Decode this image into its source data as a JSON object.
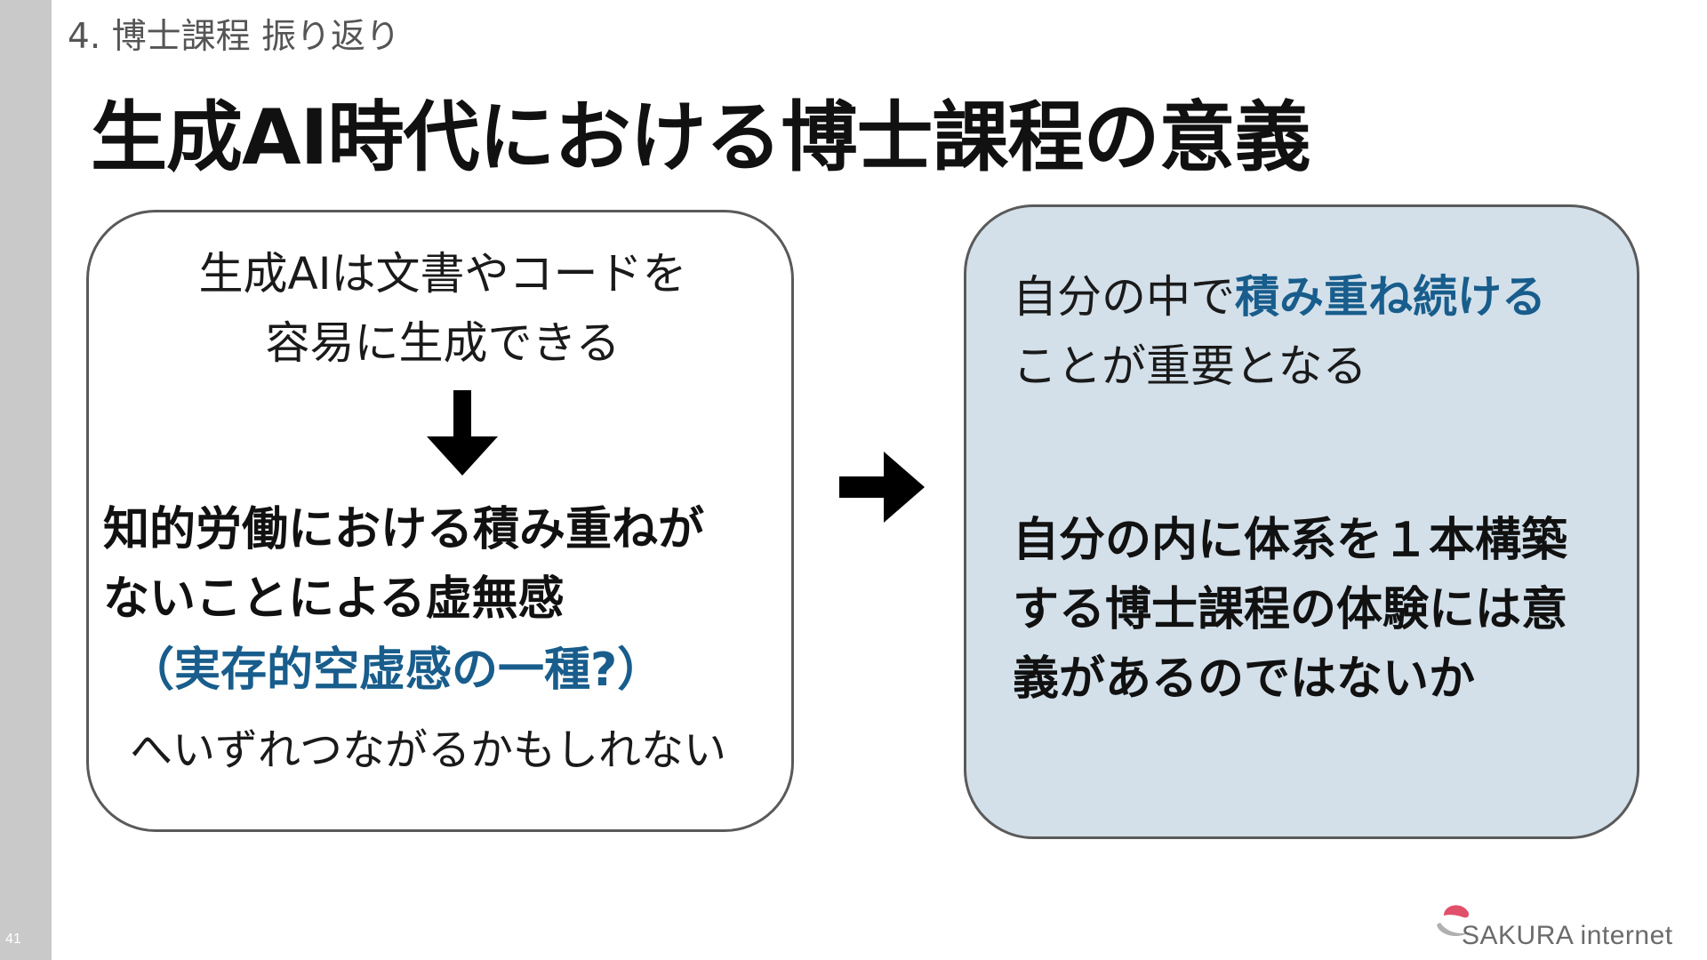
{
  "header": {
    "section_label": "4. 博士課程 振り返り",
    "title": "生成AI時代における博士課程の意義"
  },
  "left_box": {
    "intro_lines": [
      "生成AIは文書やコードを",
      "容易に生成できる"
    ],
    "bold_lines": [
      "知的労働における積み重ねが",
      "ないことによる虚無感"
    ],
    "blue_note": "（実存的空虚感の一種?）",
    "footer_line": "へいずれつながるかもしれない"
  },
  "right_box": {
    "line1_plain": "自分の中で",
    "line1_emphasis": "積み重ね続ける",
    "line2": "ことが重要となる",
    "bold_lines": [
      "自分の内に体系を１本構築",
      "する博士課程の体験には意",
      "義があるのではないか"
    ]
  },
  "footer": {
    "page_number": "41",
    "logo_text": "SAKURA internet"
  },
  "colors": {
    "emphasis_blue": "#185d8c",
    "right_box_bg": "#d3e0ea",
    "sidebar_gray": "#c9c9c9",
    "logo_red": "#e0506a"
  },
  "icons": {
    "down_arrow": "arrow-down-icon",
    "right_arrow": "arrow-right-icon",
    "logo": "sakura-logo-icon"
  }
}
